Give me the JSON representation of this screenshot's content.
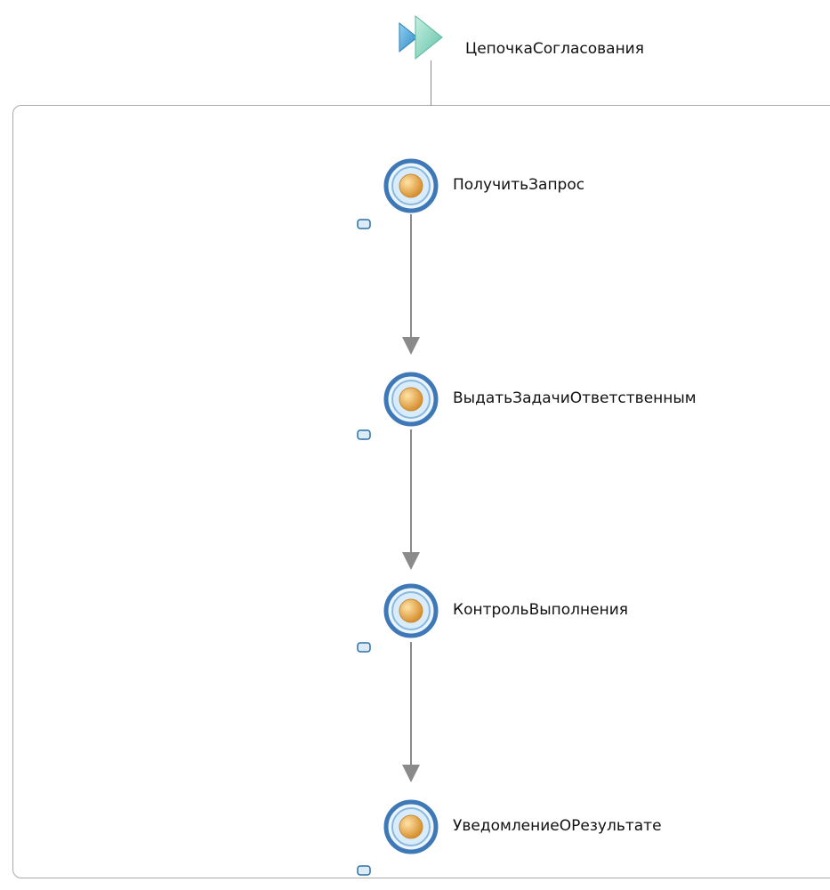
{
  "workflow": {
    "name": "ЦепочкаСогласования",
    "start_icon": "workflow-start-icon"
  },
  "activities": [
    {
      "label": "ПолучитьЗапрос",
      "icon": "activity-node-icon"
    },
    {
      "label": "ВыдатьЗадачиОтветственным",
      "icon": "activity-node-icon"
    },
    {
      "label": "КонтрольВыполнения",
      "icon": "activity-node-icon"
    },
    {
      "label": "УведомлениеОРезультате",
      "icon": "activity-node-icon"
    }
  ],
  "colors": {
    "node_ring_outer": "#4a7fb8",
    "node_ring_inner": "#cfe6f7",
    "node_core": "#e3a84a",
    "arrow": "#8a8a8a",
    "frame": "#a9a9a9",
    "start_blue": "#49a9d7",
    "start_green": "#7ccfba"
  }
}
